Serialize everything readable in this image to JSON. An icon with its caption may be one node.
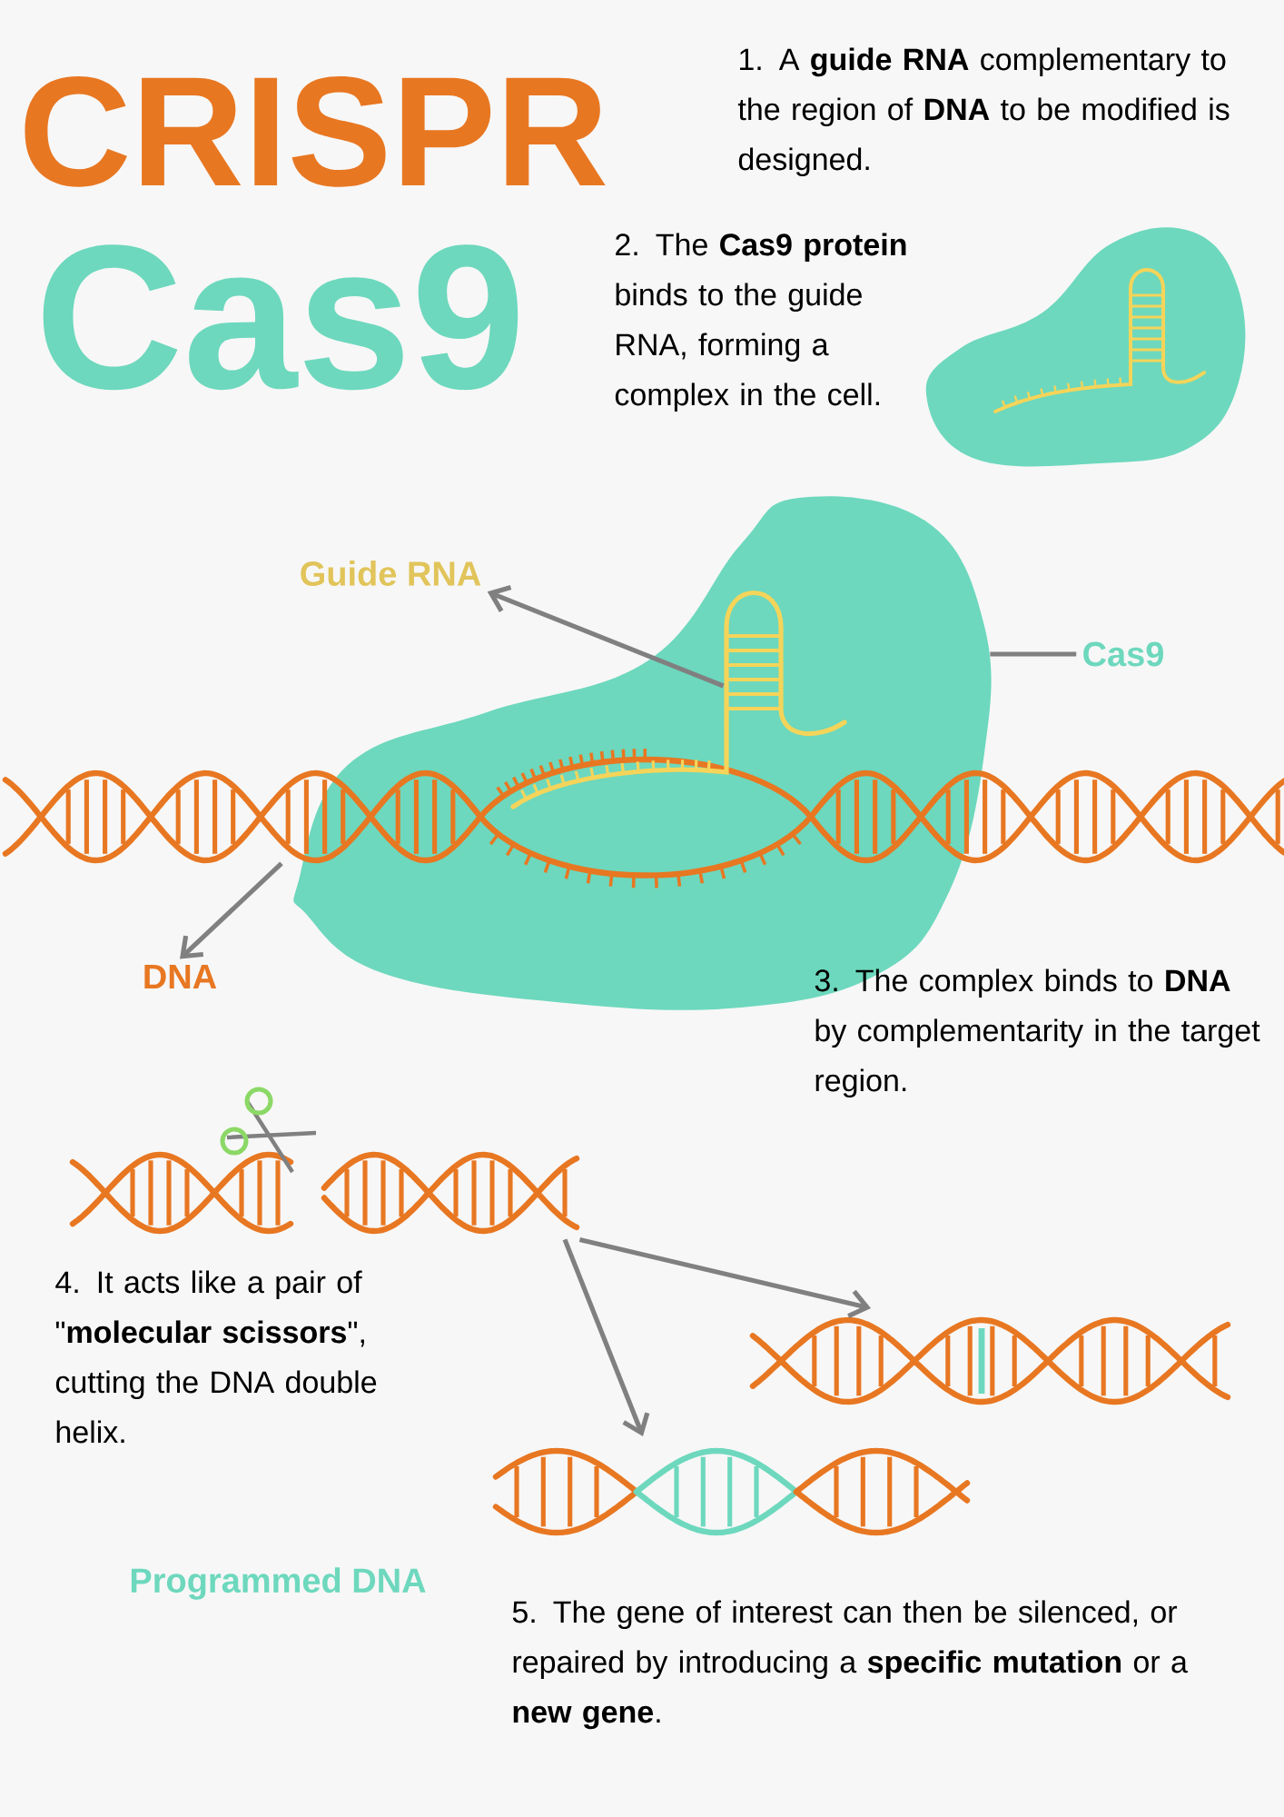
{
  "diagram": {
    "title": "CRISPR",
    "nodes": [
      {
        "text": [
          "Guide RNA"
        ]
      },
      {
        "text": [
          "Cas9"
        ]
      },
      {
        "text": [],
        "shape": "blob"
      },
      {
        "text": [],
        "shape": "picture",
        "in": 2
      },
      {
        "text": [
          "DNA"
        ]
      },
      {
        "text": [],
        "shape": "picture"
      },
      {
        "text": [],
        "shape": "picture"
      },
      {
        "text": [],
        "shape": "picture"
      },
      {
        "text": [],
        "shape": "picture",
        "beside": [
          "Programmed DNA"
        ]
      }
    ],
    "edges": [
      {
        "from": 3,
        "to": 0,
        "arrow": "to"
      },
      {
        "from": 1,
        "to": 2,
        "arrow": "none"
      },
      {
        "from": 5,
        "to": 4,
        "arrow": "to"
      },
      {
        "from": 6,
        "to": 7,
        "arrow": "to"
      },
      {
        "from": 6,
        "to": 8,
        "arrow": "to"
      }
    ],
    "labels": [
      "Cas9",
      "1. A **guide RNA** complementary to the region of **DNA** to be modified is designed.",
      "2. The **Cas9 protein** binds to the guide RNA, forming a complex in the cell.",
      "3. The complex binds to **DNA** by complementarity in the target region.",
      "4. It acts like a pair of \"**molecular scissors**\", cutting the DNA double helix.",
      "5. The gene of interest can then be silenced, or repaired by introducing a **specific mutation** or a **new gene**."
    ]
  }
}
